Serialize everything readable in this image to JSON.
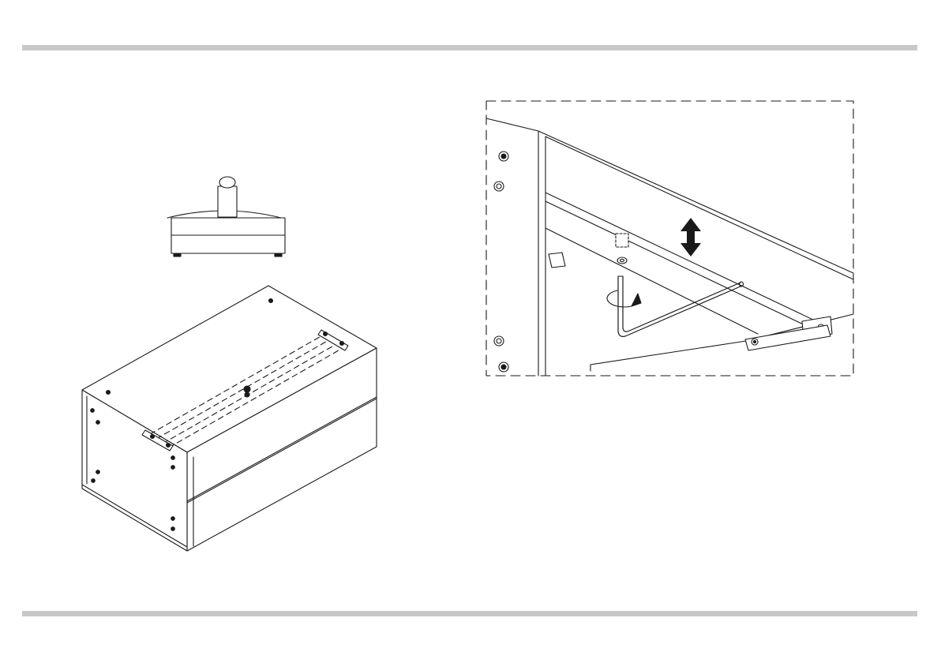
{
  "document": {
    "type": "assembly-instruction-page",
    "step_text": ""
  },
  "colors": {
    "rule": "#c8c8c8",
    "line": "#1a1a1a",
    "paper": "#ffffff"
  },
  "panels": {
    "left": {
      "items": [
        "drawer-front-view",
        "cabinet-underside-isometric"
      ]
    },
    "right": {
      "items": [
        "detail-callout-frame",
        "double-arrow-icon",
        "rotation-arrow-icon",
        "allen-key",
        "adjustment-rail"
      ]
    }
  }
}
